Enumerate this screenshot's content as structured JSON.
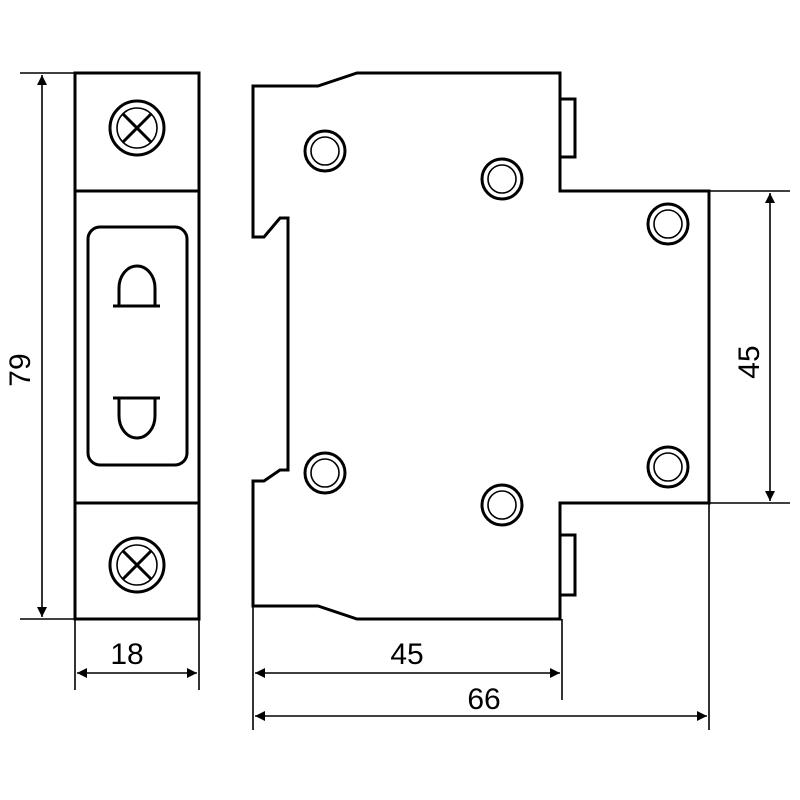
{
  "drawing": {
    "dimensions": {
      "front_height": "79",
      "front_width": "18",
      "side_depth_top": "45",
      "side_depth_total": "66",
      "side_front_height": "45"
    }
  },
  "colors": {
    "stroke": "#000000",
    "background": "#ffffff"
  }
}
